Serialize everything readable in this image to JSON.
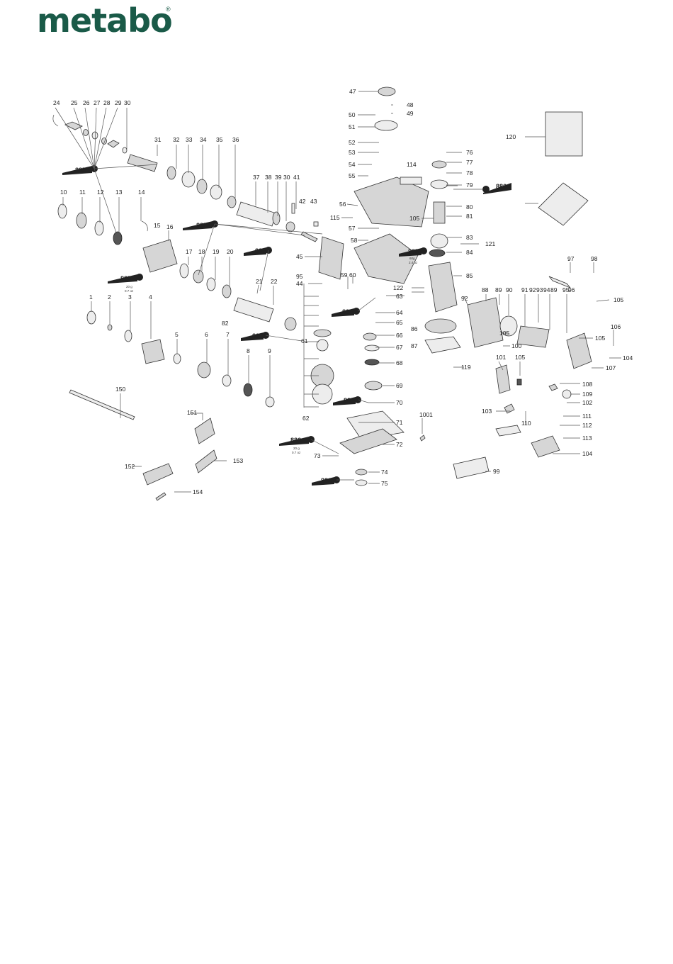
{
  "header": {
    "brand": "metabo",
    "registered": "®"
  },
  "diagram": {
    "grease_tubes": [
      {
        "code": "885"
      },
      {
        "code": "885"
      },
      {
        "code": "885",
        "note1": "20 g",
        "note2": "0.7 oz"
      },
      {
        "code": "886"
      },
      {
        "code": "885"
      },
      {
        "code": "886"
      },
      {
        "code": "885",
        "note1": "60g",
        "note2": "2.4 oz"
      },
      {
        "code": "886"
      },
      {
        "code": "886"
      },
      {
        "code": "886",
        "note1": "20 g",
        "note2": "0.7 oz"
      },
      {
        "code": "886"
      },
      {
        "code": "886"
      }
    ],
    "labels": [
      "24",
      "25",
      "26",
      "27",
      "28",
      "29",
      "30",
      "31",
      "32",
      "33",
      "34",
      "35",
      "36",
      "37",
      "38",
      "39",
      "30",
      "41",
      "42",
      "43",
      "10",
      "11",
      "12",
      "13",
      "14",
      "15",
      "16",
      "17",
      "18",
      "19",
      "20",
      "21",
      "22",
      "1",
      "2",
      "3",
      "4",
      "5",
      "6",
      "7",
      "82",
      "8",
      "9",
      "150",
      "151",
      "152",
      "153",
      "154",
      "47",
      "48",
      "49",
      "50",
      "51",
      "52",
      "53",
      "54",
      "55",
      "56",
      "114",
      "115",
      "57",
      "58",
      "45",
      "95",
      "44",
      "59",
      "60",
      "61",
      "62",
      "63",
      "64",
      "65",
      "66",
      "67",
      "68",
      "69",
      "70",
      "71",
      "72",
      "73",
      "74",
      "75",
      "122",
      "76",
      "77",
      "78",
      "79",
      "80",
      "81",
      "105",
      "83",
      "84",
      "85",
      "121",
      "86",
      "87",
      "88",
      "89",
      "90",
      "91",
      "92",
      "93",
      "94",
      "89",
      "95",
      "96",
      "97",
      "98",
      "105",
      "92",
      "105",
      "100",
      "101",
      "105",
      "119",
      "105",
      "106",
      "104",
      "107",
      "108",
      "109",
      "102",
      "103",
      "110",
      "111",
      "112",
      "113",
      "104",
      "99",
      "1001",
      "120"
    ]
  }
}
